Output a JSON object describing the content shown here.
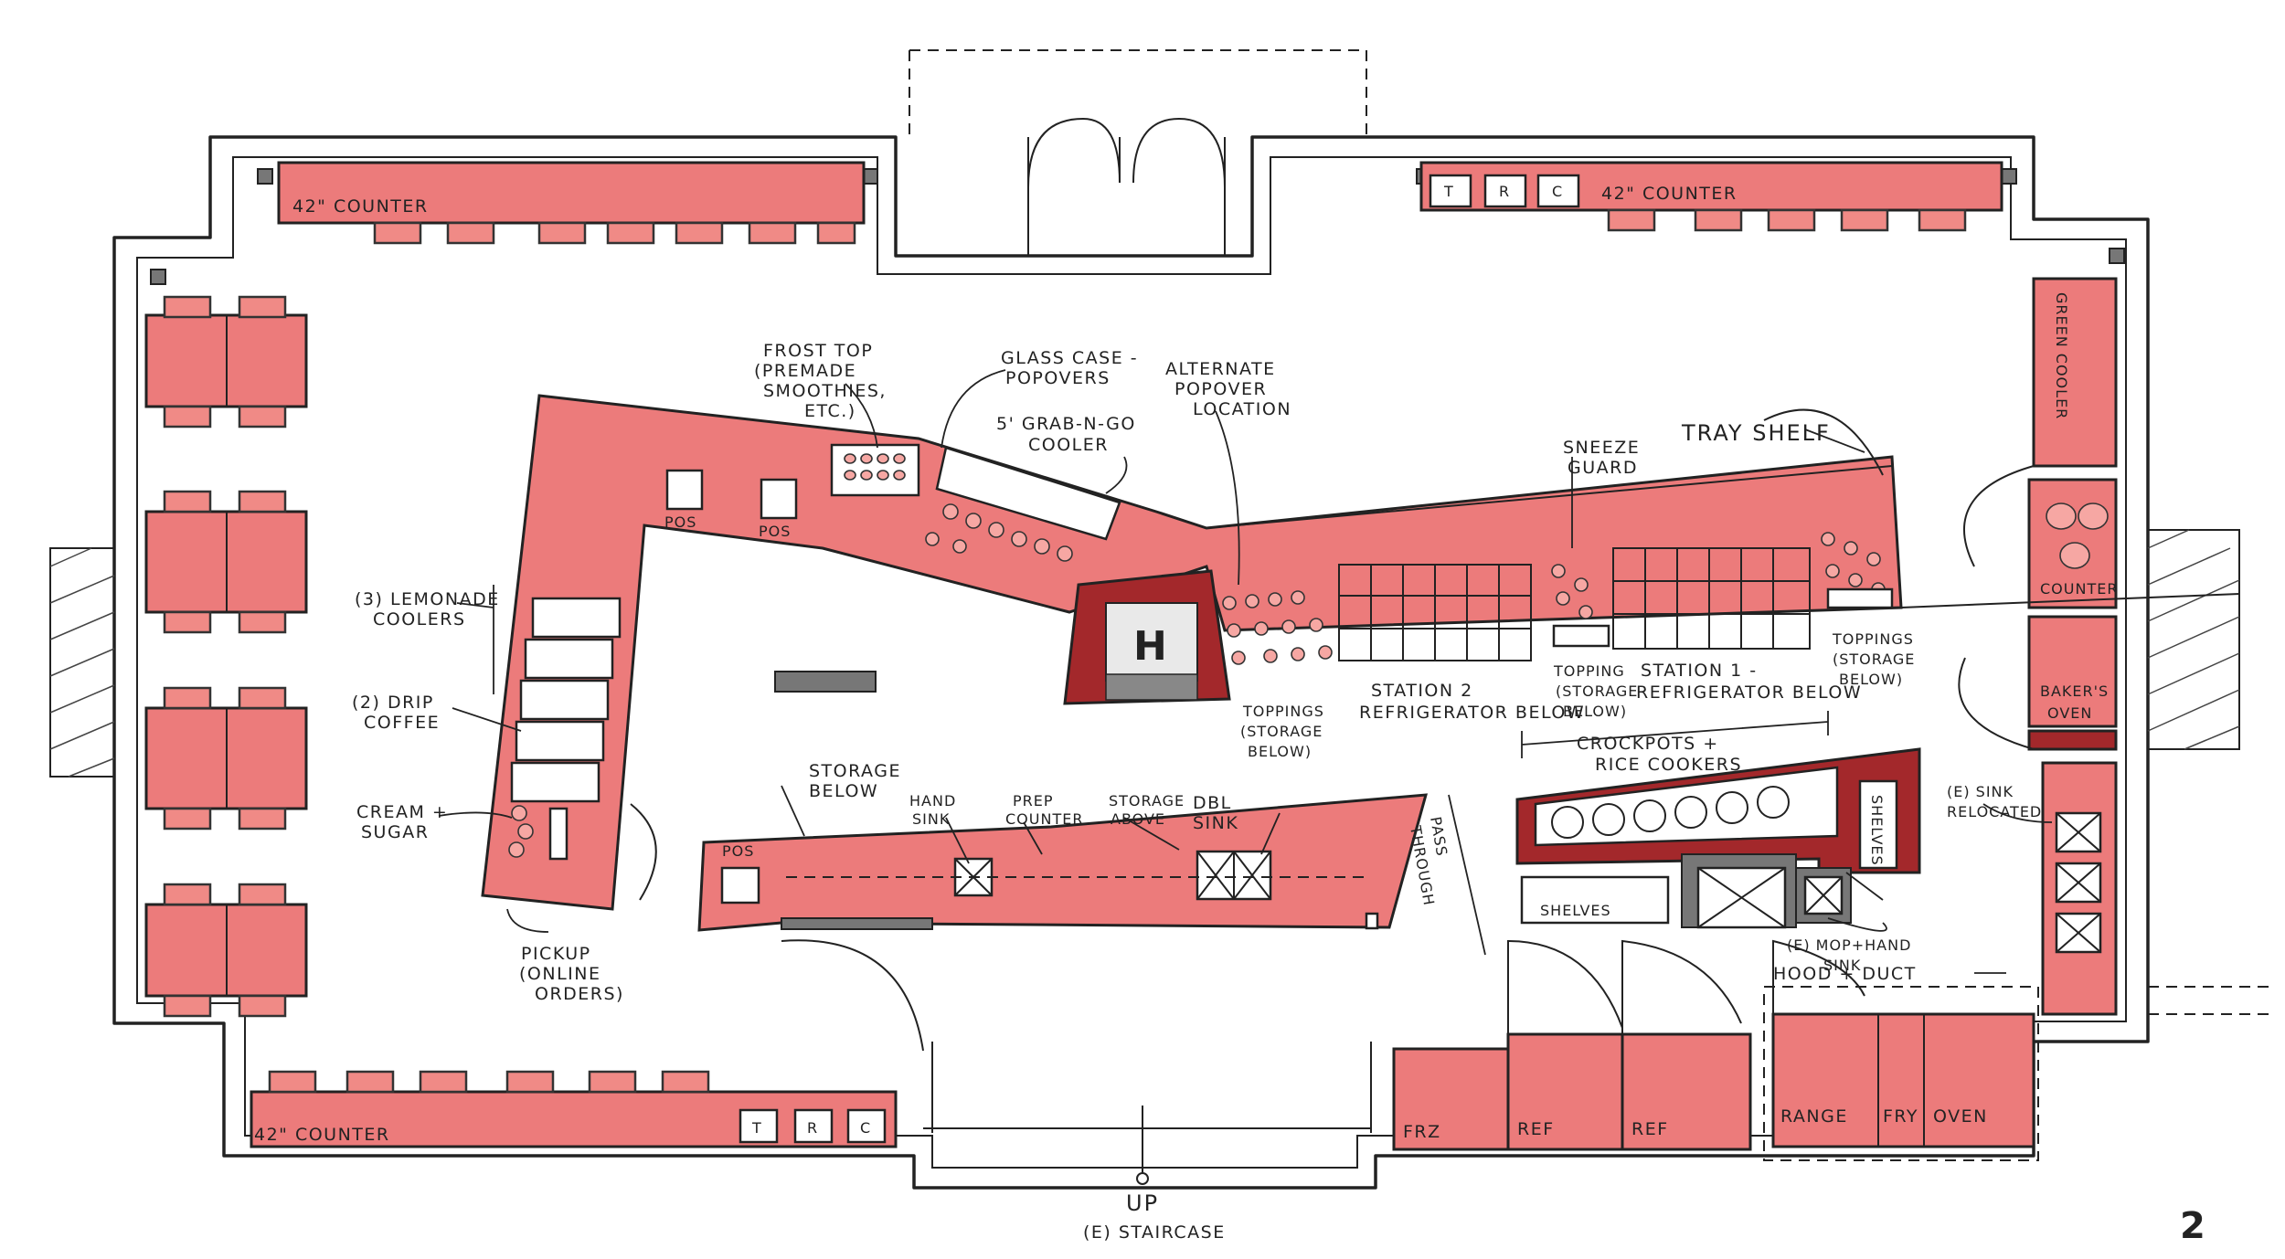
{
  "counters": {
    "top_left": "42\" COUNTER",
    "top_right": "42\" COUNTER",
    "bottom_left": "42\" COUNTER"
  },
  "trc": {
    "t": "T",
    "r": "R",
    "c": "C"
  },
  "pos_label": "POS",
  "annotations": {
    "frost_top": [
      "FROST TOP",
      "(PREMADE",
      "SMOOTHIES,",
      "ETC.)"
    ],
    "glass_case": [
      "GLASS CASE -",
      "POPOVERS"
    ],
    "grab_n_go": [
      "5' GRAB-N-GO",
      "COOLER"
    ],
    "alternate_popover": [
      "ALTERNATE",
      "POPOVER",
      "LOCATION"
    ],
    "sneeze_guard": [
      "SNEEZE",
      "GUARD"
    ],
    "tray_shelf": "TRAY SHELF",
    "green_cooler": "GREEN COOLER",
    "counter_right": "COUNTER",
    "bakers_oven": [
      "BAKER'S",
      "OVEN"
    ],
    "lemonade_coolers": [
      "(3) LEMONADE",
      "COOLERS"
    ],
    "drip_coffee": [
      "(2) DRIP",
      "COFFEE"
    ],
    "cream_sugar": [
      "CREAM +",
      "SUGAR"
    ],
    "pickup": [
      "PICKUP",
      "(ONLINE",
      "ORDERS)"
    ],
    "toppings_left": [
      "TOPPINGS",
      "(STORAGE",
      "BELOW)"
    ],
    "station_2": [
      "STATION 2",
      "REFRIGERATOR BELOW"
    ],
    "topping_mid": [
      "TOPPING",
      "(STORAGE",
      "BELOW)"
    ],
    "station_1": [
      "STATION 1 -",
      "REFRIGERATOR BELOW"
    ],
    "toppings_right": [
      "TOPPINGS",
      "(STORAGE",
      "BELOW)"
    ],
    "crock_pots": [
      "CROCKPOTS +",
      "RICE COOKERS"
    ],
    "storage_below": [
      "STORAGE",
      "BELOW"
    ],
    "hand_sink": [
      "HAND",
      "SINK"
    ],
    "prep_counter": [
      "PREP",
      "COUNTER"
    ],
    "storage_above": [
      "STORAGE",
      "ABOVE"
    ],
    "dbl_sink": [
      "DBL",
      "SINK"
    ],
    "pass_through": [
      "PASS",
      "THROUGH"
    ],
    "shelves_mid": "SHELVES",
    "shelves_side": "SHELVES",
    "sink_relocated": [
      "(E) SINK",
      "RELOCATED"
    ],
    "mop_hand_sink": [
      "(E) MOP+HAND",
      "SINK"
    ],
    "hood_duct": "HOOD + DUCT",
    "frz": "FRZ",
    "ref1": "REF",
    "ref2": "REF",
    "range": "RANGE",
    "fry": "FRY",
    "oven": "OVEN",
    "up": "UP",
    "staircase": "(E) STAIRCASE",
    "sheet_number": "2"
  }
}
